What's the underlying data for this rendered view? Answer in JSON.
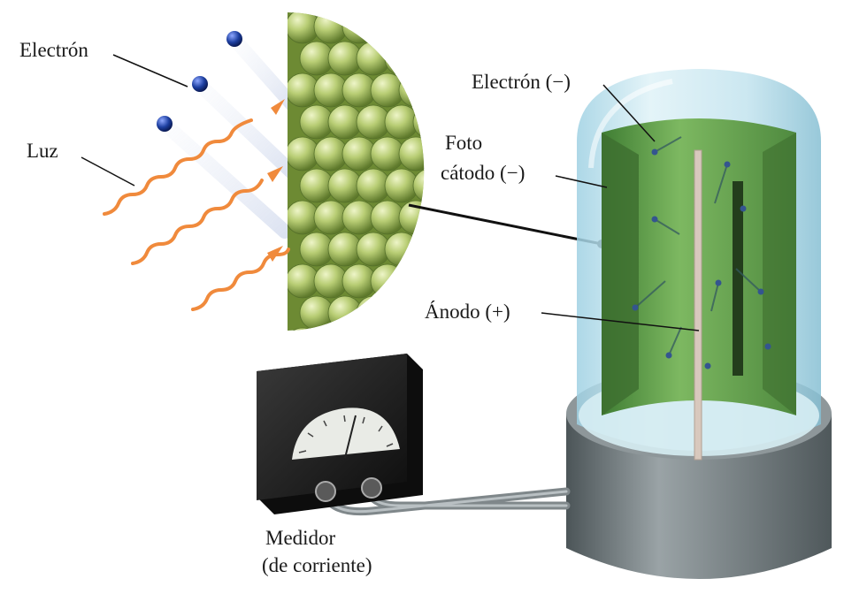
{
  "labels": {
    "electron_left": "Electrón",
    "luz": "Luz",
    "electron_right": "Electrón (−)",
    "foto": "Foto",
    "catodo": "cátodo (−)",
    "anodo": "Ánodo (+)",
    "medidor": "Medidor",
    "de_corriente": "(de corriente)"
  },
  "colors": {
    "light_wave": "#f08a3c",
    "electron": "#1d3fa0",
    "atom": "#b7cc73",
    "cathode": "#5d9a4a",
    "glass": "#bfe2ec",
    "base": "#6b7478",
    "meter_body": "#1c1c1c"
  },
  "icons": {
    "meter": "ammeter-icon",
    "atom": "sphere"
  }
}
